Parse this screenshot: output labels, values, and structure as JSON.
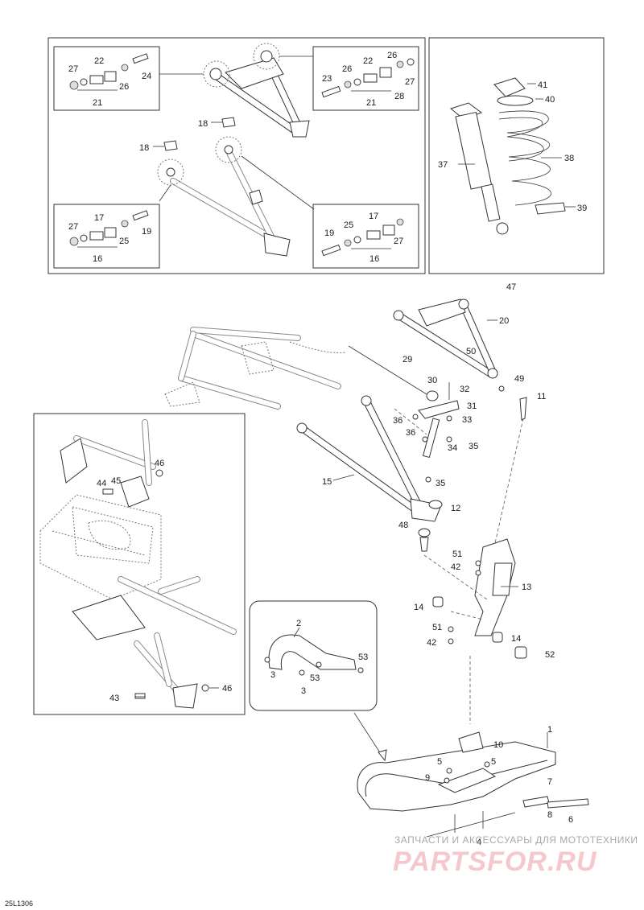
{
  "callouts": [
    "1",
    "2",
    "3",
    "3",
    "4",
    "5",
    "5",
    "6",
    "7",
    "8",
    "9",
    "10",
    "11",
    "12",
    "13",
    "14",
    "14",
    "15",
    "16",
    "16",
    "17",
    "17",
    "18",
    "18",
    "19",
    "19",
    "20",
    "21",
    "21",
    "22",
    "22",
    "23",
    "24",
    "25",
    "25",
    "26",
    "26",
    "26",
    "27",
    "27",
    "27",
    "27",
    "28",
    "29",
    "30",
    "31",
    "32",
    "33",
    "34",
    "35",
    "35",
    "36",
    "36",
    "37",
    "38",
    "39",
    "40",
    "41",
    "42",
    "42",
    "43",
    "44",
    "45",
    "46",
    "46",
    "47",
    "48",
    "49",
    "50",
    "51",
    "51",
    "52",
    "53",
    "53"
  ],
  "watermark": {
    "subtitle": "ЗАПЧАСТИ И АКСЕССУАРЫ ДЛЯ МОТОТЕХНИКИ",
    "brand": "PARTSFOR.RU"
  },
  "drawing_code": "25L1306"
}
